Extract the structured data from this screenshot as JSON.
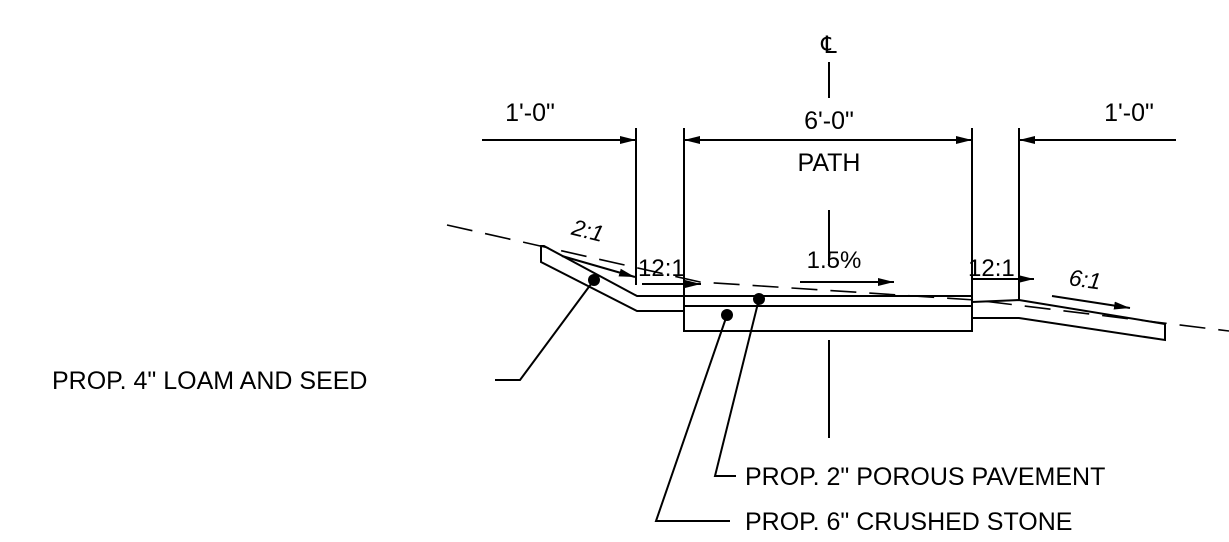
{
  "drawing": {
    "centerline_symbol": "℄",
    "dimensions": {
      "left_offset": "1'-0\"",
      "path_width": "6'-0\"",
      "right_offset": "1'-0\""
    },
    "path_label": "PATH",
    "slopes": {
      "left_fill": "2:1",
      "left_shoulder": "12:1",
      "path_cross": "1.5%",
      "right_shoulder": "12:1",
      "right_fill": "6:1"
    },
    "callouts": {
      "loam_seed": "PROP. 4\" LOAM AND SEED",
      "porous_pavement": "PROP. 2\" POROUS PAVEMENT",
      "crushed_stone": "PROP. 6\" CRUSHED STONE"
    },
    "colors": {
      "ink": "#000000",
      "paper": "#ffffff"
    }
  }
}
